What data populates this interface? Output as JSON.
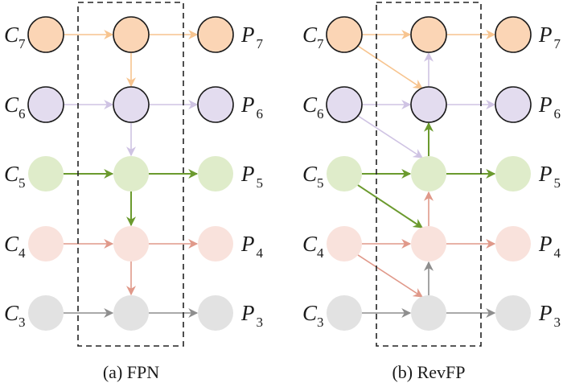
{
  "levels": [
    {
      "id": 7,
      "c_label": "C",
      "p_label": "P",
      "index": "7",
      "fill": "#fbd5b5",
      "edge": "#f7c48f",
      "outlined": true
    },
    {
      "id": 6,
      "c_label": "C",
      "p_label": "P",
      "index": "6",
      "fill": "#e3dcef",
      "edge": "#cfc3e3",
      "outlined": true
    },
    {
      "id": 5,
      "c_label": "C",
      "p_label": "P",
      "index": "5",
      "fill": "#dfecca",
      "edge": "#6b9a2e",
      "outlined": false
    },
    {
      "id": 4,
      "c_label": "C",
      "p_label": "P",
      "index": "4",
      "fill": "#f9e2dc",
      "edge": "#e0998a",
      "outlined": false
    },
    {
      "id": 3,
      "c_label": "C",
      "p_label": "P",
      "index": "3",
      "fill": "#e2e2e2",
      "edge": "#8e8e8e",
      "outlined": false
    }
  ],
  "panels": [
    {
      "id": "fpn",
      "caption": "(a) FPN",
      "flow": "top-down"
    },
    {
      "id": "revfp",
      "caption": "(b) RevFP",
      "flow": "bottom-up-with-cross"
    }
  ]
}
